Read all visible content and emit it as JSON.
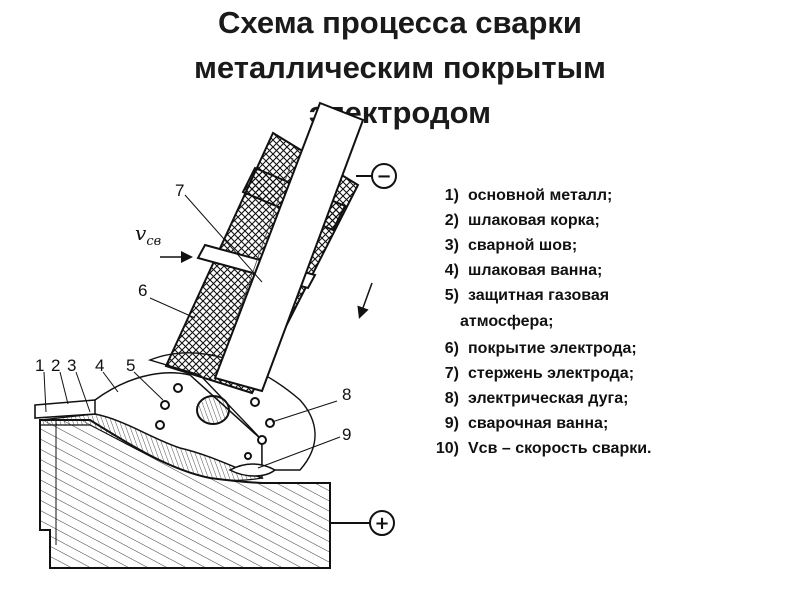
{
  "title": {
    "line1": "Схема процесса сварки",
    "line2": "металлическим покрытым",
    "line3": "электродом"
  },
  "diagram": {
    "minus_sign": "−",
    "plus_sign": "+",
    "speed_symbol": "v",
    "speed_subscript": "св",
    "callouts": [
      "1",
      "2",
      "3",
      "4",
      "5",
      "6",
      "7",
      "8",
      "9"
    ]
  },
  "legend": [
    {
      "num": "1)",
      "text": "основной металл;"
    },
    {
      "num": "2)",
      "text": "шлаковая корка;"
    },
    {
      "num": "3)",
      "text": "сварной шов;"
    },
    {
      "num": "4)",
      "text": "шлаковая ванна;"
    },
    {
      "num": "5)",
      "text": "защитная газовая",
      "text2": "атмосфера;"
    },
    {
      "num": "6)",
      "text": "покрытие электрода;"
    },
    {
      "num": "7)",
      "text": "стержень электрода;"
    },
    {
      "num": "8)",
      "text": "электрическая дуга;"
    },
    {
      "num": "9)",
      "text": "сварочная ванна;"
    },
    {
      "num": "10)",
      "text": "Vсв – скорость сварки."
    }
  ]
}
